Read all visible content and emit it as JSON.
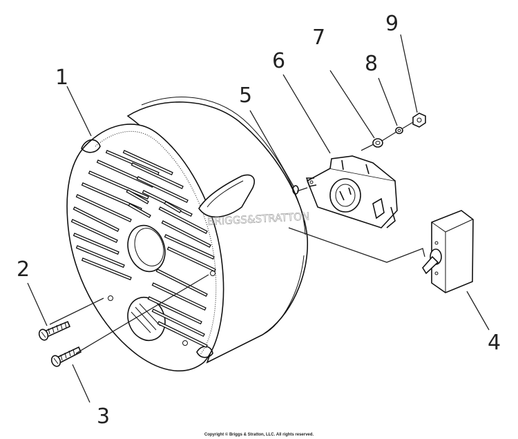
{
  "callouts": [
    {
      "id": "1",
      "label": "1"
    },
    {
      "id": "2",
      "label": "2"
    },
    {
      "id": "3",
      "label": "3"
    },
    {
      "id": "4",
      "label": "4"
    },
    {
      "id": "5",
      "label": "5"
    },
    {
      "id": "6",
      "label": "6"
    },
    {
      "id": "7",
      "label": "7"
    },
    {
      "id": "8",
      "label": "8"
    },
    {
      "id": "9",
      "label": "9"
    }
  ],
  "watermark": "BRIGGS&STRATTON",
  "copyright": "Copyright © Briggs & Stratton, LLC. All rights reserved."
}
